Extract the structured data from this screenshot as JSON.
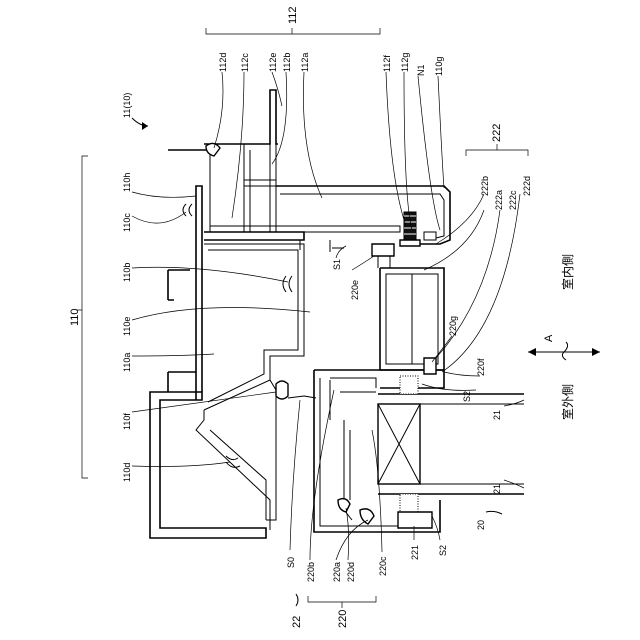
{
  "labels": {
    "l112": "112",
    "l112d": "112d",
    "l112c": "112c",
    "l112e": "112e",
    "l112b": "112b",
    "l112a": "112a",
    "l112f": "112f",
    "l112g": "112g",
    "lN1": "N1",
    "l110g": "110g",
    "l11": "11(10)",
    "l110h": "110h",
    "l110c": "110c",
    "l110b": "110b",
    "l110": "110",
    "l110e": "110e",
    "l110a": "110a",
    "l110f": "110f",
    "l110d": "110d",
    "l222": "222",
    "l222b": "222b",
    "l222a": "222a",
    "l222c": "222c",
    "l222d": "222d",
    "lS1": "S1",
    "l220e": "220e",
    "l220g": "220g",
    "l220f": "220f",
    "lS2a": "S2",
    "l21a": "21",
    "l21b": "21",
    "lA": "A",
    "l20": "20",
    "lS2b": "S2",
    "l221": "221",
    "l220c": "220c",
    "l220d": "220d",
    "l220a": "220a",
    "l220b": "220b",
    "lS0": "S0",
    "l220": "220",
    "l22": "22",
    "outdoor": "室外側",
    "indoor": "室内側"
  }
}
